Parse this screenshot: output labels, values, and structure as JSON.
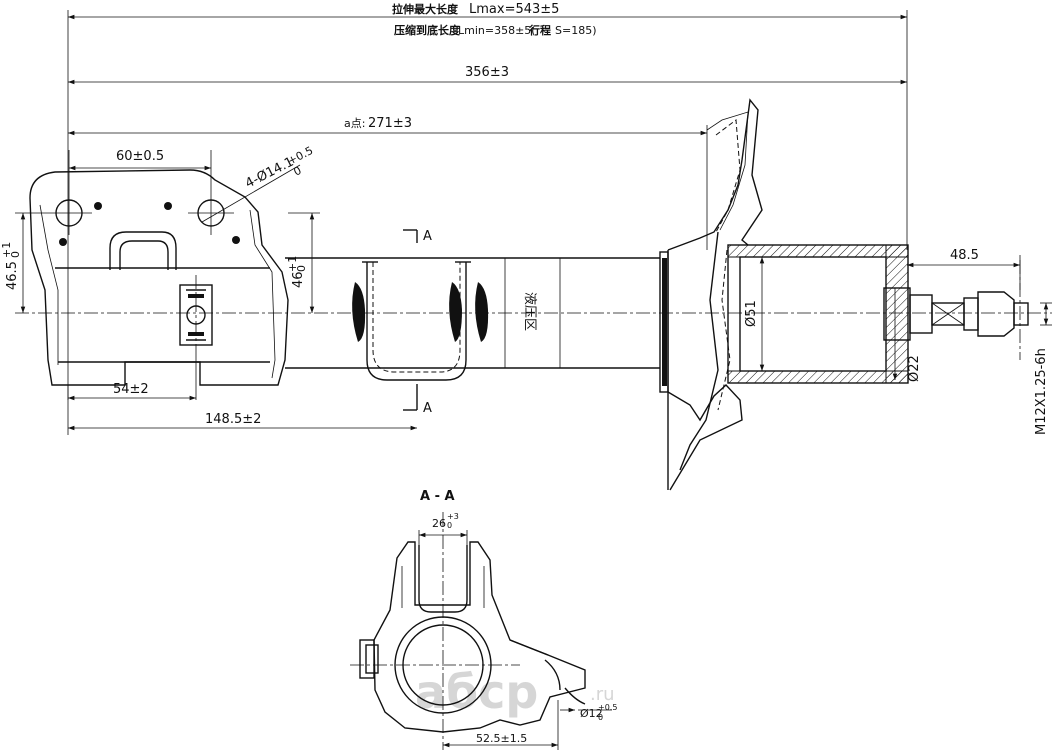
{
  "labels": {
    "lmax_cn": "拉伸最大长度",
    "lmax": "Lmax=543±5",
    "lmin_cn": "压缩到底长度",
    "lmin": "Lmin=358±5(",
    "stroke_cn": "行程",
    "stroke": "S=185)",
    "d356": "356±3",
    "d271_prefix": "a点:",
    "d271": "271±3",
    "d60": "60±0.5",
    "hole": "4-Ø14.1",
    "hole_tol_top": "+0.5",
    "hole_tol_bot": "0",
    "d46_5": "46.5",
    "d46_5_tol_top": "+1",
    "d46_5_tol_bot": "0",
    "d46": "46",
    "d46_tol_top": "+1",
    "d46_tol_bot": "0",
    "d54": "54±2",
    "d148_5": "148.5±2",
    "section_mark_top": "A",
    "section_mark_bot": "A",
    "fluid_zone": "液压区",
    "d51": "Ø51",
    "d48_5": "48.5",
    "d22": "Ø22",
    "thread": "M12X1.25-6h",
    "section_title": "A - A",
    "d26": "26",
    "d26_tol_top": "+3",
    "d26_tol_bot": "0",
    "d12": "Ø12",
    "d12_tol_top": "+0.5",
    "d12_tol_bot": "0",
    "d52_5": "52.5±1.5",
    "watermark": "aбcp",
    "watermark_suffix": ".ru"
  }
}
